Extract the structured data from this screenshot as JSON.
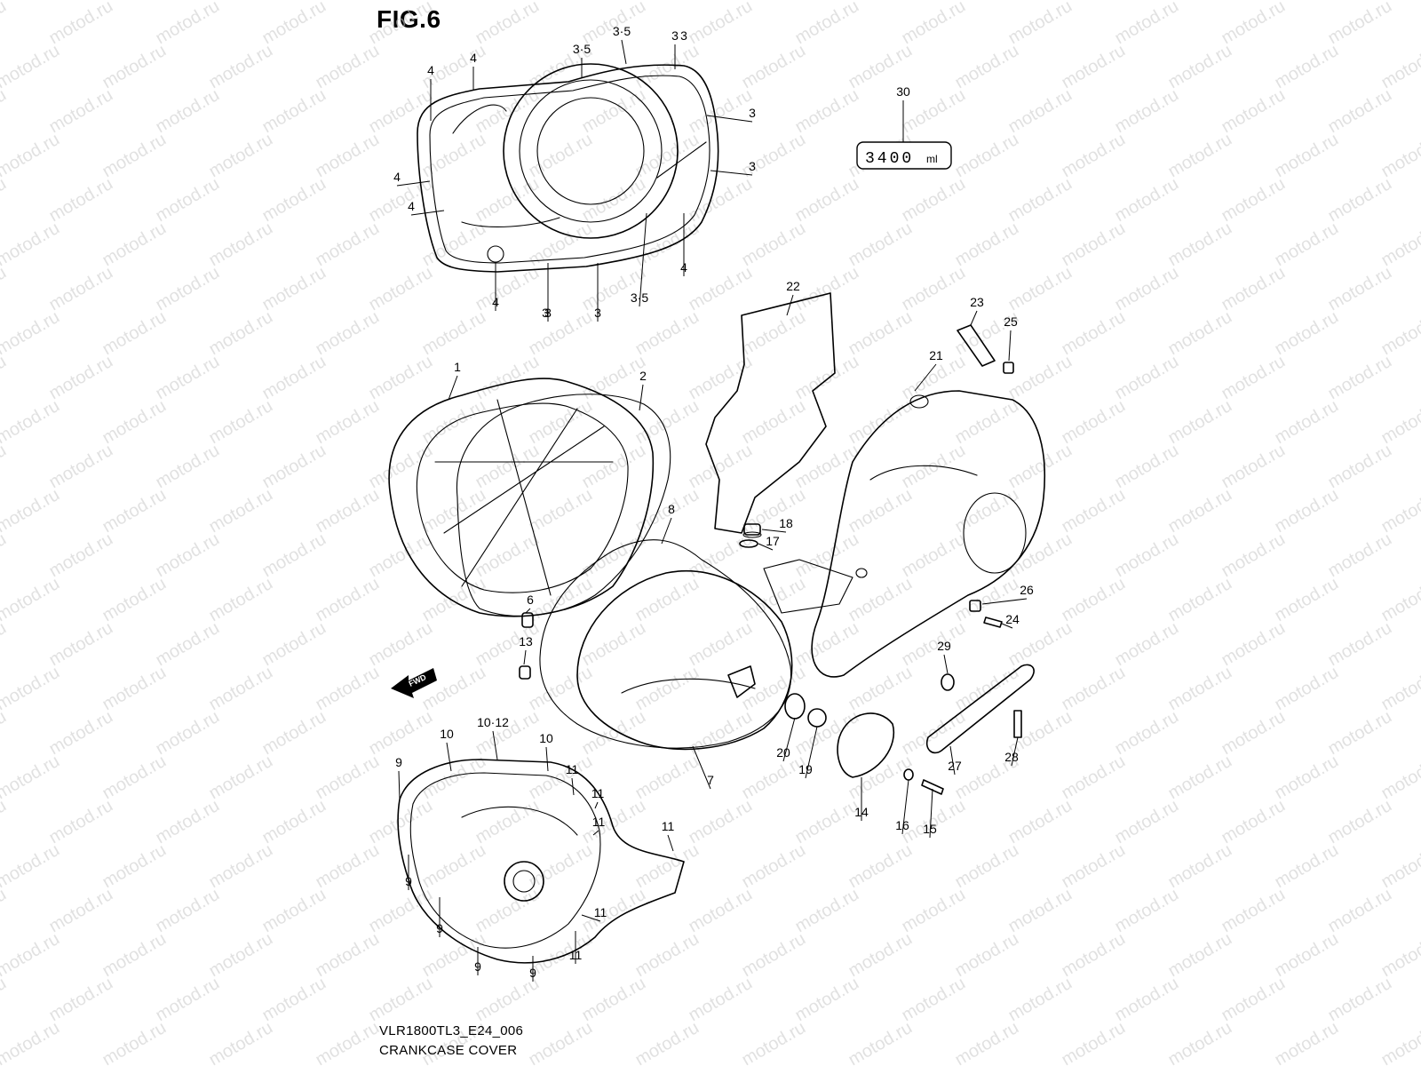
{
  "figure": {
    "title": "FIG.6",
    "model_code": "VLR1800TL3_E24_006",
    "section_name": "CRANKCASE COVER"
  },
  "watermark": {
    "text": "motod.ru"
  },
  "odometer_label": {
    "value": "3400",
    "unit": "ml"
  },
  "fwd_arrow": {
    "label": "FWD"
  },
  "parts": [
    {
      "id": "1"
    },
    {
      "id": "2"
    },
    {
      "id": "3"
    },
    {
      "id": "4"
    },
    {
      "id": "5"
    },
    {
      "id": "6"
    },
    {
      "id": "7"
    },
    {
      "id": "8"
    },
    {
      "id": "9"
    },
    {
      "id": "10"
    },
    {
      "id": "11"
    },
    {
      "id": "12"
    },
    {
      "id": "13"
    },
    {
      "id": "14"
    },
    {
      "id": "15"
    },
    {
      "id": "16"
    },
    {
      "id": "17"
    },
    {
      "id": "18"
    },
    {
      "id": "19"
    },
    {
      "id": "20"
    },
    {
      "id": "21"
    },
    {
      "id": "22"
    },
    {
      "id": "23"
    },
    {
      "id": "24"
    },
    {
      "id": "25"
    },
    {
      "id": "26"
    },
    {
      "id": "27"
    },
    {
      "id": "28"
    },
    {
      "id": "29"
    },
    {
      "id": "30"
    }
  ],
  "callouts": {
    "top_cover": [
      "4",
      "4",
      "3·5",
      "3·5",
      "3",
      "4",
      "3",
      "4",
      "3",
      "4",
      "3",
      "3",
      "4",
      "3",
      "3",
      "3·5"
    ],
    "main": [
      "1",
      "2",
      "6",
      "8",
      "18",
      "17",
      "22",
      "23",
      "25",
      "21",
      "26",
      "24",
      "13",
      "29",
      "27",
      "28",
      "20",
      "19",
      "14",
      "16",
      "15",
      "7",
      "30"
    ],
    "bottom_cover": [
      "10",
      "10·12",
      "10",
      "9",
      "11",
      "11",
      "11",
      "11",
      "9",
      "9",
      "11",
      "9",
      "11",
      "9"
    ]
  }
}
